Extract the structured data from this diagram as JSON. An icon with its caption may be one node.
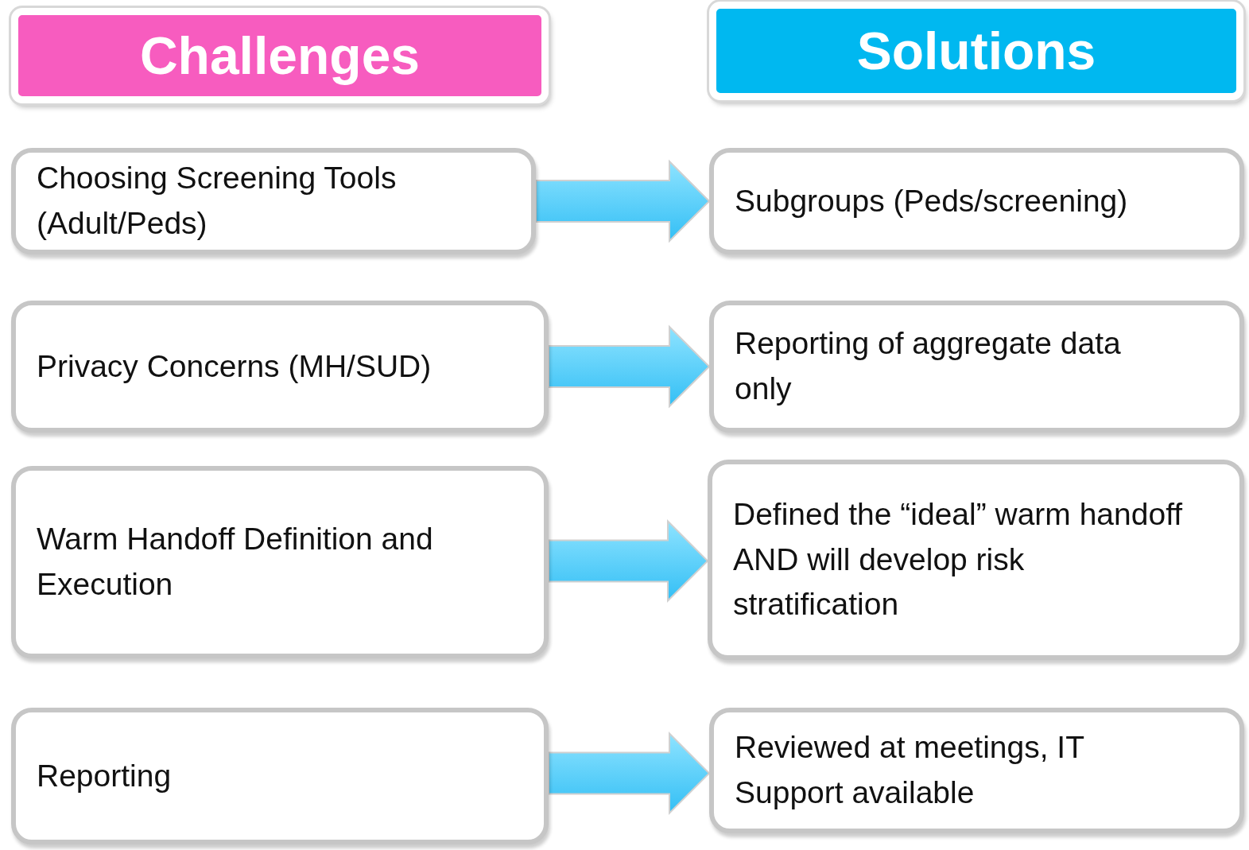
{
  "diagram": {
    "nodes": [
      {
        "text": [
          "Challenges"
        ]
      },
      {
        "text": [
          "Solutions"
        ]
      },
      {
        "text": [
          "Choosing Screening Tools (Adult/Peds)"
        ]
      },
      {
        "text": [
          "Privacy Concerns (MH/SUD)"
        ]
      },
      {
        "text": [
          "Warm Handoff Definition and Execution"
        ]
      },
      {
        "text": [
          "Reporting"
        ]
      },
      {
        "text": [
          "Subgroups (Peds/screening)"
        ]
      },
      {
        "text": [
          "Reporting of aggregate data only"
        ]
      },
      {
        "text": [
          "Defined the “ideal” warm handoff AND will develop risk stratification"
        ]
      },
      {
        "text": [
          "Reviewed at meetings, IT Support available"
        ]
      }
    ],
    "edges": [
      {
        "from": 2,
        "to": 6,
        "arrow": "to"
      },
      {
        "from": 3,
        "to": 7,
        "arrow": "to"
      },
      {
        "from": 4,
        "to": 8,
        "arrow": "to"
      },
      {
        "from": 5,
        "to": 9,
        "arrow": "to"
      }
    ]
  }
}
